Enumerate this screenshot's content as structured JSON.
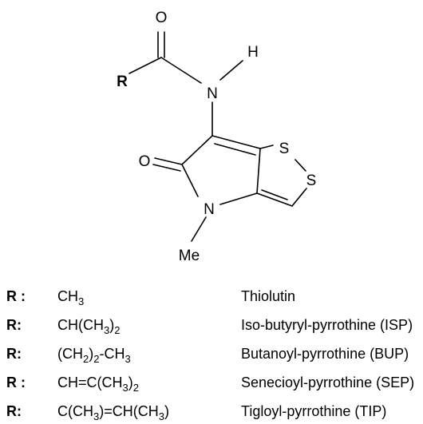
{
  "structure": {
    "atoms": {
      "carbonyl_oxygen": "O",
      "r_group": "R",
      "nitrogen_amide": "N",
      "hydrogen": "H",
      "ring_oxygen": "O",
      "sulfur_upper": "S",
      "sulfur_lower": "S",
      "nitrogen_ring": "N",
      "methyl": "Me"
    }
  },
  "table": {
    "rows": [
      {
        "r": "R :",
        "formula": [
          {
            "t": "CH"
          },
          {
            "t": "3",
            "sub": true
          }
        ],
        "name": "Thiolutin"
      },
      {
        "r": "R:",
        "formula": [
          {
            "t": "CH(CH"
          },
          {
            "t": "3",
            "sub": true
          },
          {
            "t": ")"
          },
          {
            "t": "2",
            "sub": true
          }
        ],
        "name": "Iso-butyryl-pyrrothine (ISP)"
      },
      {
        "r": "R:",
        "formula": [
          {
            "t": "(CH"
          },
          {
            "t": "2",
            "sub": true
          },
          {
            "t": ")"
          },
          {
            "t": "2",
            "sub": true
          },
          {
            "t": "-CH"
          },
          {
            "t": "3",
            "sub": true
          }
        ],
        "name": "Butanoyl-pyrrothine (BUP)"
      },
      {
        "r": "R :",
        "formula": [
          {
            "t": "CH=C(CH"
          },
          {
            "t": "3",
            "sub": true
          },
          {
            "t": ")"
          },
          {
            "t": "2",
            "sub": true
          }
        ],
        "name": "Senecioyl-pyrrothine (SEP)"
      },
      {
        "r": "R:",
        "formula": [
          {
            "t": "C(CH"
          },
          {
            "t": "3",
            "sub": true
          },
          {
            "t": ")=CH(CH"
          },
          {
            "t": "3",
            "sub": true
          },
          {
            "t": ")"
          }
        ],
        "name": "Tigloyl-pyrrothine (TIP)"
      }
    ]
  }
}
